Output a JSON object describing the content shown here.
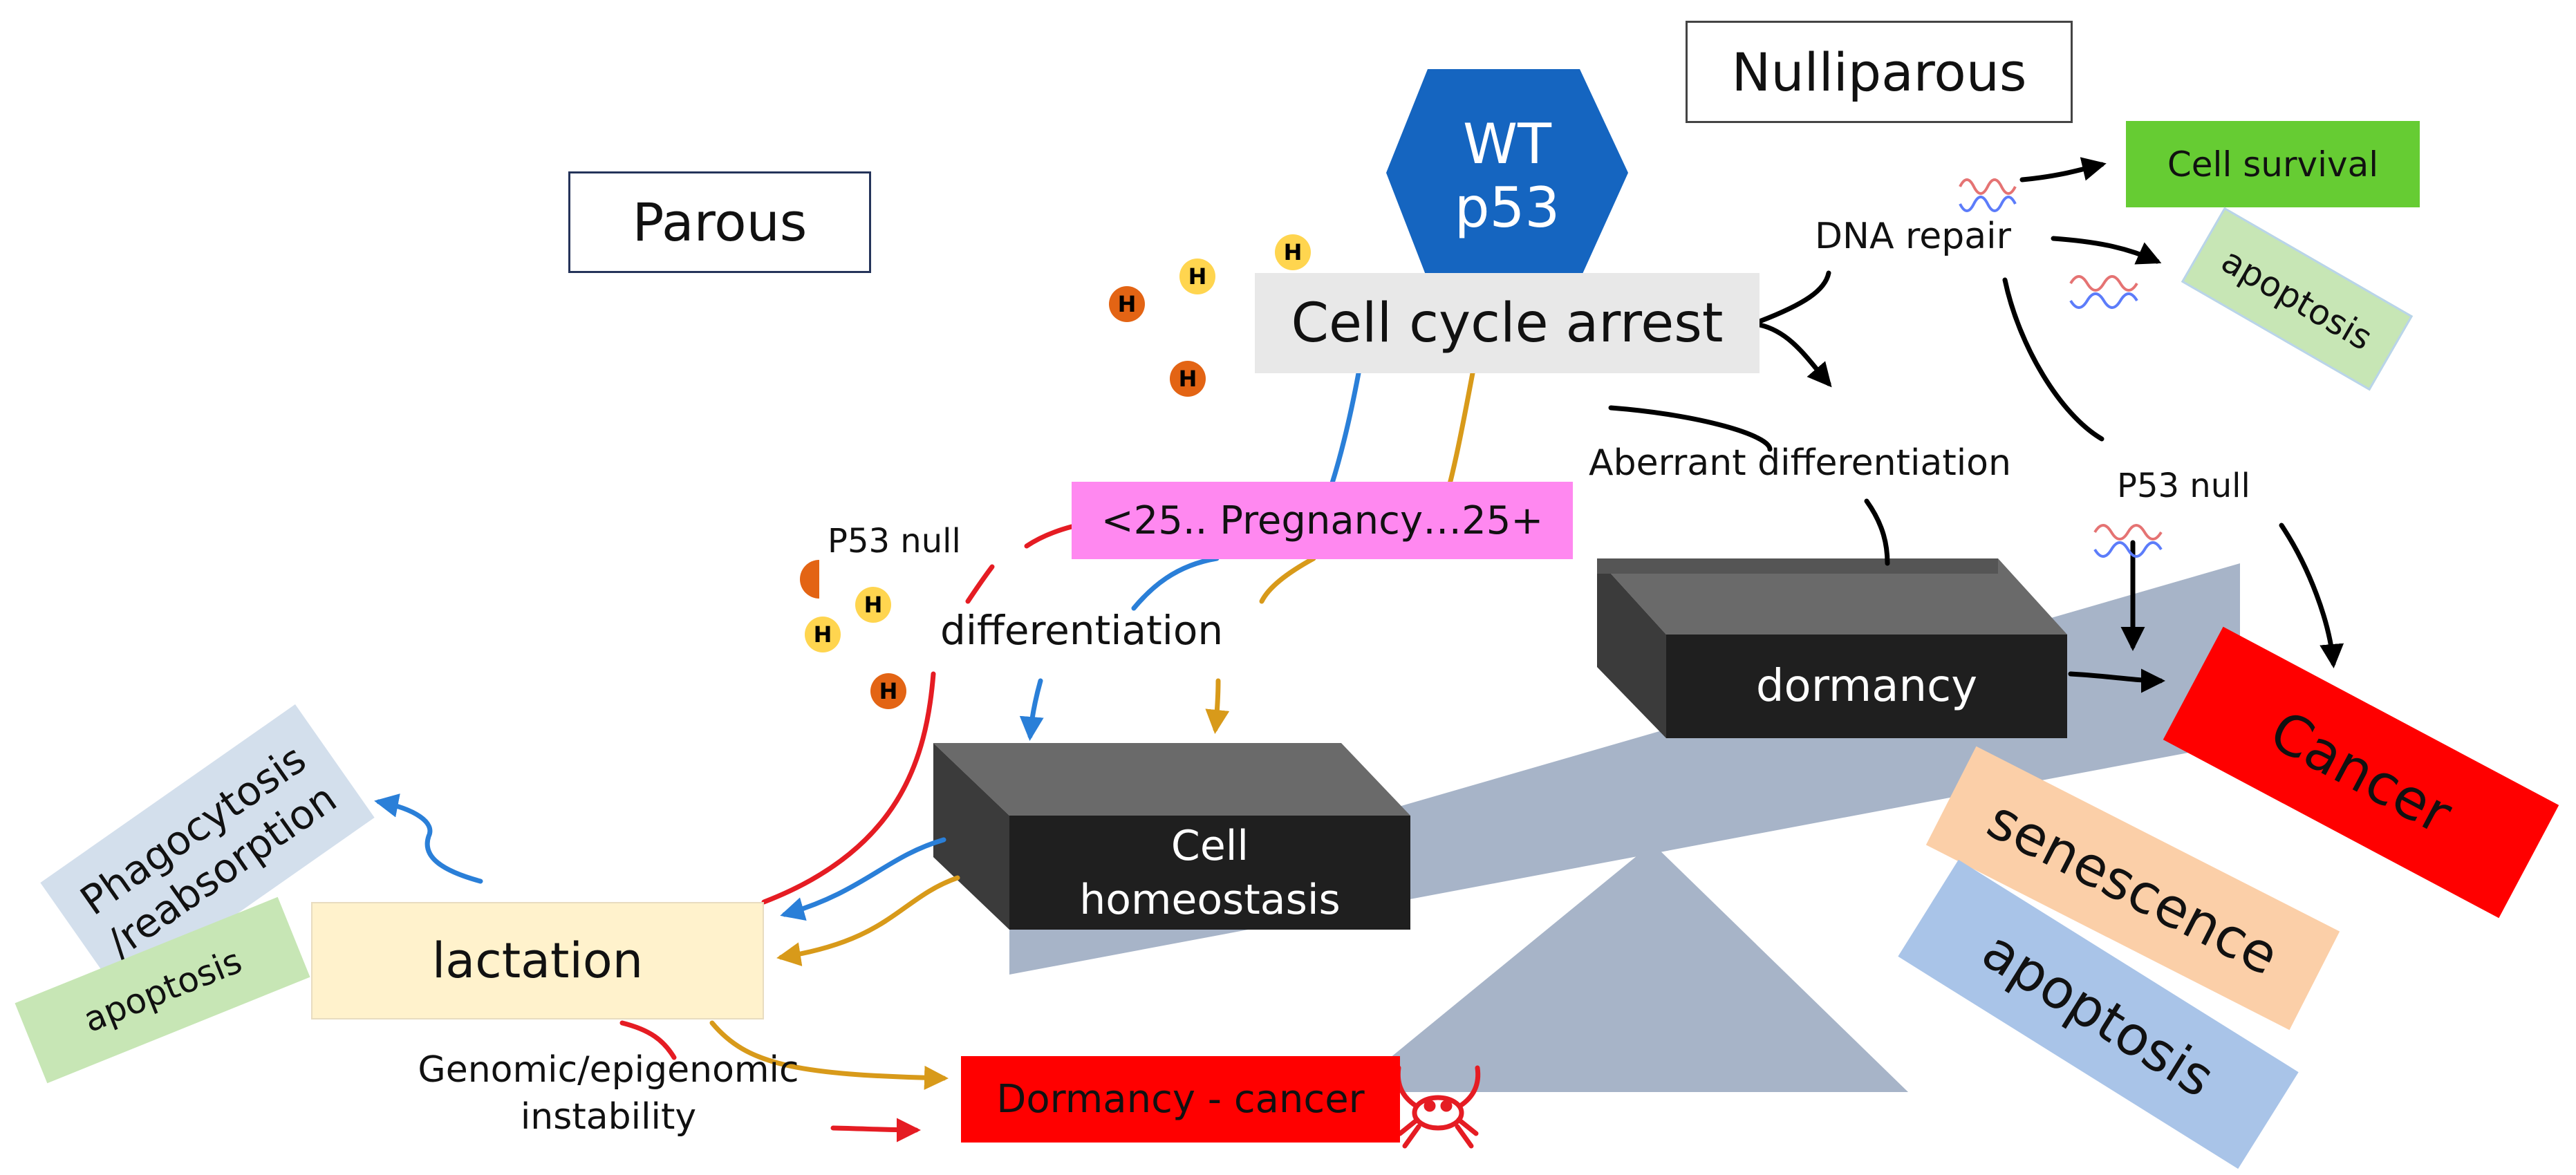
{
  "labels": {
    "nulliparous": "Nulliparous",
    "parous": "Parous",
    "wt_p53": "WT\np53",
    "cell_cycle_arrest": "Cell cycle arrest",
    "dna_repair": "DNA repair",
    "cell_survival": "Cell survival",
    "apoptosis_top": "apoptosis",
    "aberrant_differentiation": "Aberrant differentiation",
    "p53_null_right": "P53 null",
    "p53_null_left": "P53 null",
    "pregnancy": "<25.. Pregnancy…25+",
    "differentiation": "differentiation",
    "dormancy": "dormancy",
    "cancer": "Cancer",
    "senescence": "senescence",
    "apoptosis_right": "apoptosis",
    "cell_homeostasis": "Cell\nhomeostasis",
    "lactation": "lactation",
    "phagocytosis": "Phagocytosis\n/reabsorption",
    "apoptosis_left": "apoptosis",
    "genomic_instability": "Genomic/epigenomic\ninstability",
    "dormancy_cancer": "Dormancy - cancer"
  },
  "colors": {
    "hexagon_blue": "#1565c0",
    "cell_survival_green": "#66cc33",
    "light_green": "#c7e6b5",
    "pink": "#ff88f0",
    "cancer_red": "#ff0000",
    "senescence_peach": "#fbcfa8",
    "apoptosis_blue": "#a9c4e8",
    "lactation_cream": "#fff2cc",
    "phagocytosis_blue": "#d3dfec",
    "balance_gray": "#a7b4c8",
    "dark_box": "#1f1f1f",
    "arrow_blue": "#2a7fd8",
    "arrow_orange": "#d89a1a",
    "arrow_red": "#e51c23"
  },
  "icons": [
    "hormone-icon",
    "dna-icon",
    "crab-icon"
  ]
}
